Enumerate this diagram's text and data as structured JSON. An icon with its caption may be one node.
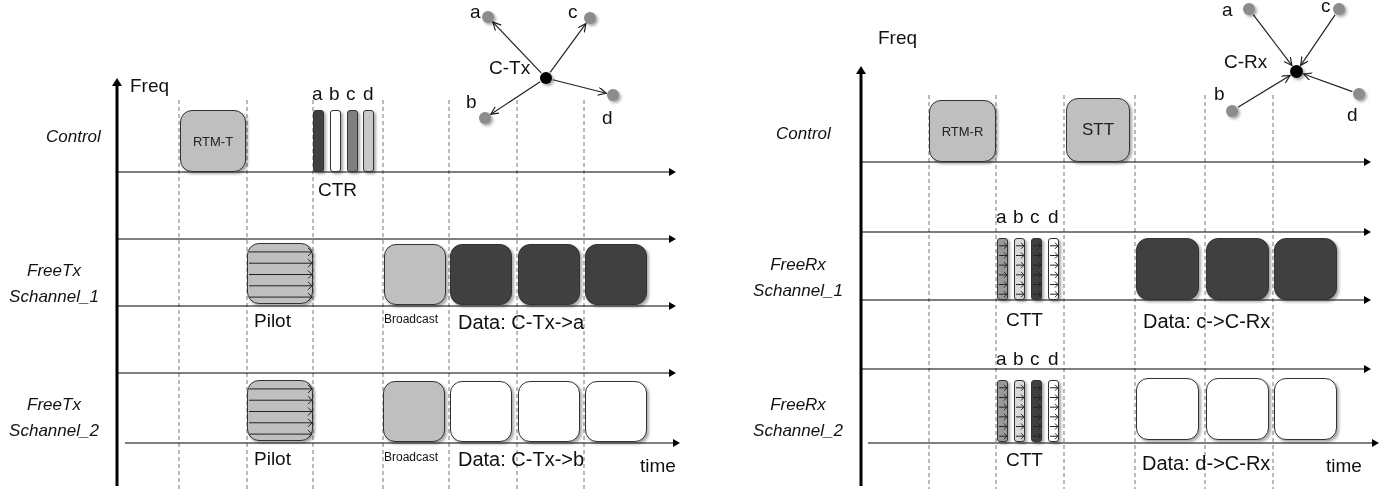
{
  "diagram": {
    "nodes": [
      {
        "text": [],
        "shape": "circle",
        "beside": [
          "C-Tx"
        ]
      },
      {
        "text": [],
        "shape": "circle",
        "beside": [
          "a"
        ]
      },
      {
        "text": [],
        "shape": "circle",
        "beside": [
          "b"
        ]
      },
      {
        "text": [],
        "shape": "circle",
        "beside": [
          "c"
        ]
      },
      {
        "text": [],
        "shape": "circle",
        "beside": [
          "d"
        ]
      },
      {
        "text": [
          "RTM-T"
        ]
      },
      {
        "text": [],
        "shape": "bar",
        "beside": [
          "a"
        ]
      },
      {
        "text": [],
        "shape": "bar",
        "beside": [
          "b"
        ]
      },
      {
        "text": [],
        "shape": "bar",
        "beside": [
          "c"
        ]
      },
      {
        "text": [],
        "shape": "bar",
        "beside": [
          "d"
        ]
      },
      {
        "text": [],
        "shape": "box",
        "beside": [
          "Pilot"
        ]
      },
      {
        "text": [],
        "shape": "box",
        "beside": [
          "Broadcast"
        ]
      },
      {
        "text": [],
        "shape": "box"
      },
      {
        "text": [],
        "shape": "box"
      },
      {
        "text": [],
        "shape": "box"
      },
      {
        "text": [],
        "shape": "box",
        "beside": [
          "Pilot"
        ]
      },
      {
        "text": [],
        "shape": "box",
        "beside": [
          "Broadcast"
        ]
      },
      {
        "text": [],
        "shape": "box"
      },
      {
        "text": [],
        "shape": "box"
      },
      {
        "text": [],
        "shape": "box"
      },
      {
        "text": [],
        "shape": "circle",
        "beside": [
          "C-Rx"
        ]
      },
      {
        "text": [],
        "shape": "circle",
        "beside": [
          "a"
        ]
      },
      {
        "text": [],
        "shape": "circle",
        "beside": [
          "b"
        ]
      },
      {
        "text": [],
        "shape": "circle",
        "beside": [
          "c"
        ]
      },
      {
        "text": [],
        "shape": "circle",
        "beside": [
          "d"
        ]
      },
      {
        "text": [
          "RTM-R"
        ]
      },
      {
        "text": [
          "STT"
        ]
      },
      {
        "text": [],
        "shape": "bar",
        "beside": [
          "a"
        ]
      },
      {
        "text": [],
        "shape": "bar",
        "beside": [
          "b"
        ]
      },
      {
        "text": [],
        "shape": "bar",
        "beside": [
          "c"
        ]
      },
      {
        "text": [],
        "shape": "bar",
        "beside": [
          "d"
        ]
      },
      {
        "text": [],
        "shape": "box"
      },
      {
        "text": [],
        "shape": "box"
      },
      {
        "text": [],
        "shape": "box"
      },
      {
        "text": [],
        "shape": "bar",
        "beside": [
          "a"
        ]
      },
      {
        "text": [],
        "shape": "bar",
        "beside": [
          "b"
        ]
      },
      {
        "text": [],
        "shape": "bar",
        "beside": [
          "c"
        ]
      },
      {
        "text": [],
        "shape": "bar",
        "beside": [
          "d"
        ]
      },
      {
        "text": [],
        "shape": "box"
      },
      {
        "text": [],
        "shape": "box"
      },
      {
        "text": [],
        "shape": "box"
      }
    ],
    "edges": [
      {
        "from": 0,
        "to": 1,
        "arrow": "to"
      },
      {
        "from": 0,
        "to": 2,
        "arrow": "to"
      },
      {
        "from": 0,
        "to": 3,
        "arrow": "to"
      },
      {
        "from": 0,
        "to": 4,
        "arrow": "to"
      },
      {
        "from": 21,
        "to": 20,
        "arrow": "to"
      },
      {
        "from": 22,
        "to": 20,
        "arrow": "to"
      },
      {
        "from": 23,
        "to": 20,
        "arrow": "to"
      },
      {
        "from": 24,
        "to": 20,
        "arrow": "to"
      }
    ],
    "labels": [
      "Freq",
      "Control",
      "CTR",
      "FreeTx Schannel_1",
      "Data: C-Tx->a",
      "FreeTx Schannel_2",
      "Data: C-Tx->b",
      "time",
      "Freq",
      "Control",
      "FreeRx Schannel_1",
      "CTT",
      "Data: c->C-Rx",
      "FreeRx Schannel_2",
      "CTT",
      "Data: d->C-Rx",
      "time"
    ]
  }
}
